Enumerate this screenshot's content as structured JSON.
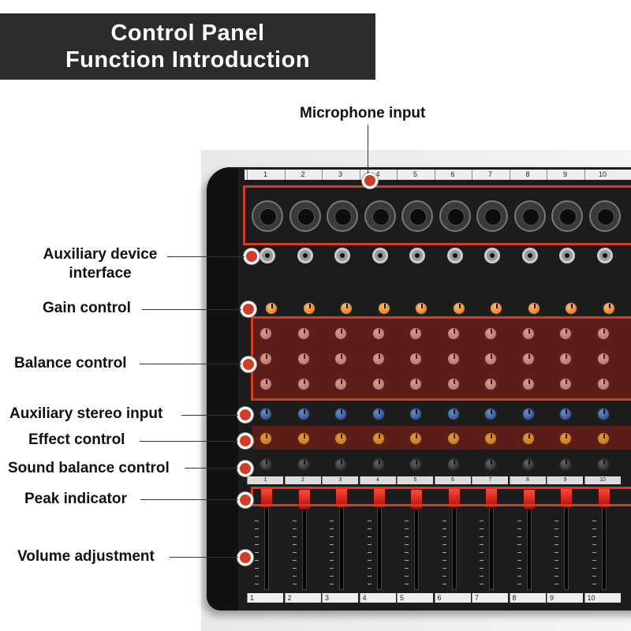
{
  "header": {
    "title_line1": "Control Panel",
    "title_line2": "Function Introduction"
  },
  "callouts": {
    "microphone_input": "Microphone input",
    "auxiliary_device_line1": "Auxiliary device",
    "auxiliary_device_line2": "interface",
    "gain_control": "Gain control",
    "balance_control": "Balance control",
    "auxiliary_stereo_input": "Auxiliary stereo input",
    "effect_control": "Effect control",
    "sound_balance_control": "Sound balance control",
    "peak_indicator": "Peak indicator",
    "volume_adjustment": "Volume adjustment"
  },
  "mixer": {
    "channels": [
      "1",
      "2",
      "3",
      "4",
      "5",
      "6",
      "7",
      "8",
      "9",
      "10"
    ]
  },
  "colors": {
    "highlight": "#d23c25",
    "title_bg": "#2c2c2c",
    "gain_knob": "#e26b1a",
    "effect_knob": "#d8c200",
    "aux_knob": "#1e3f7a",
    "fader_cap": "#ff4a3a"
  }
}
